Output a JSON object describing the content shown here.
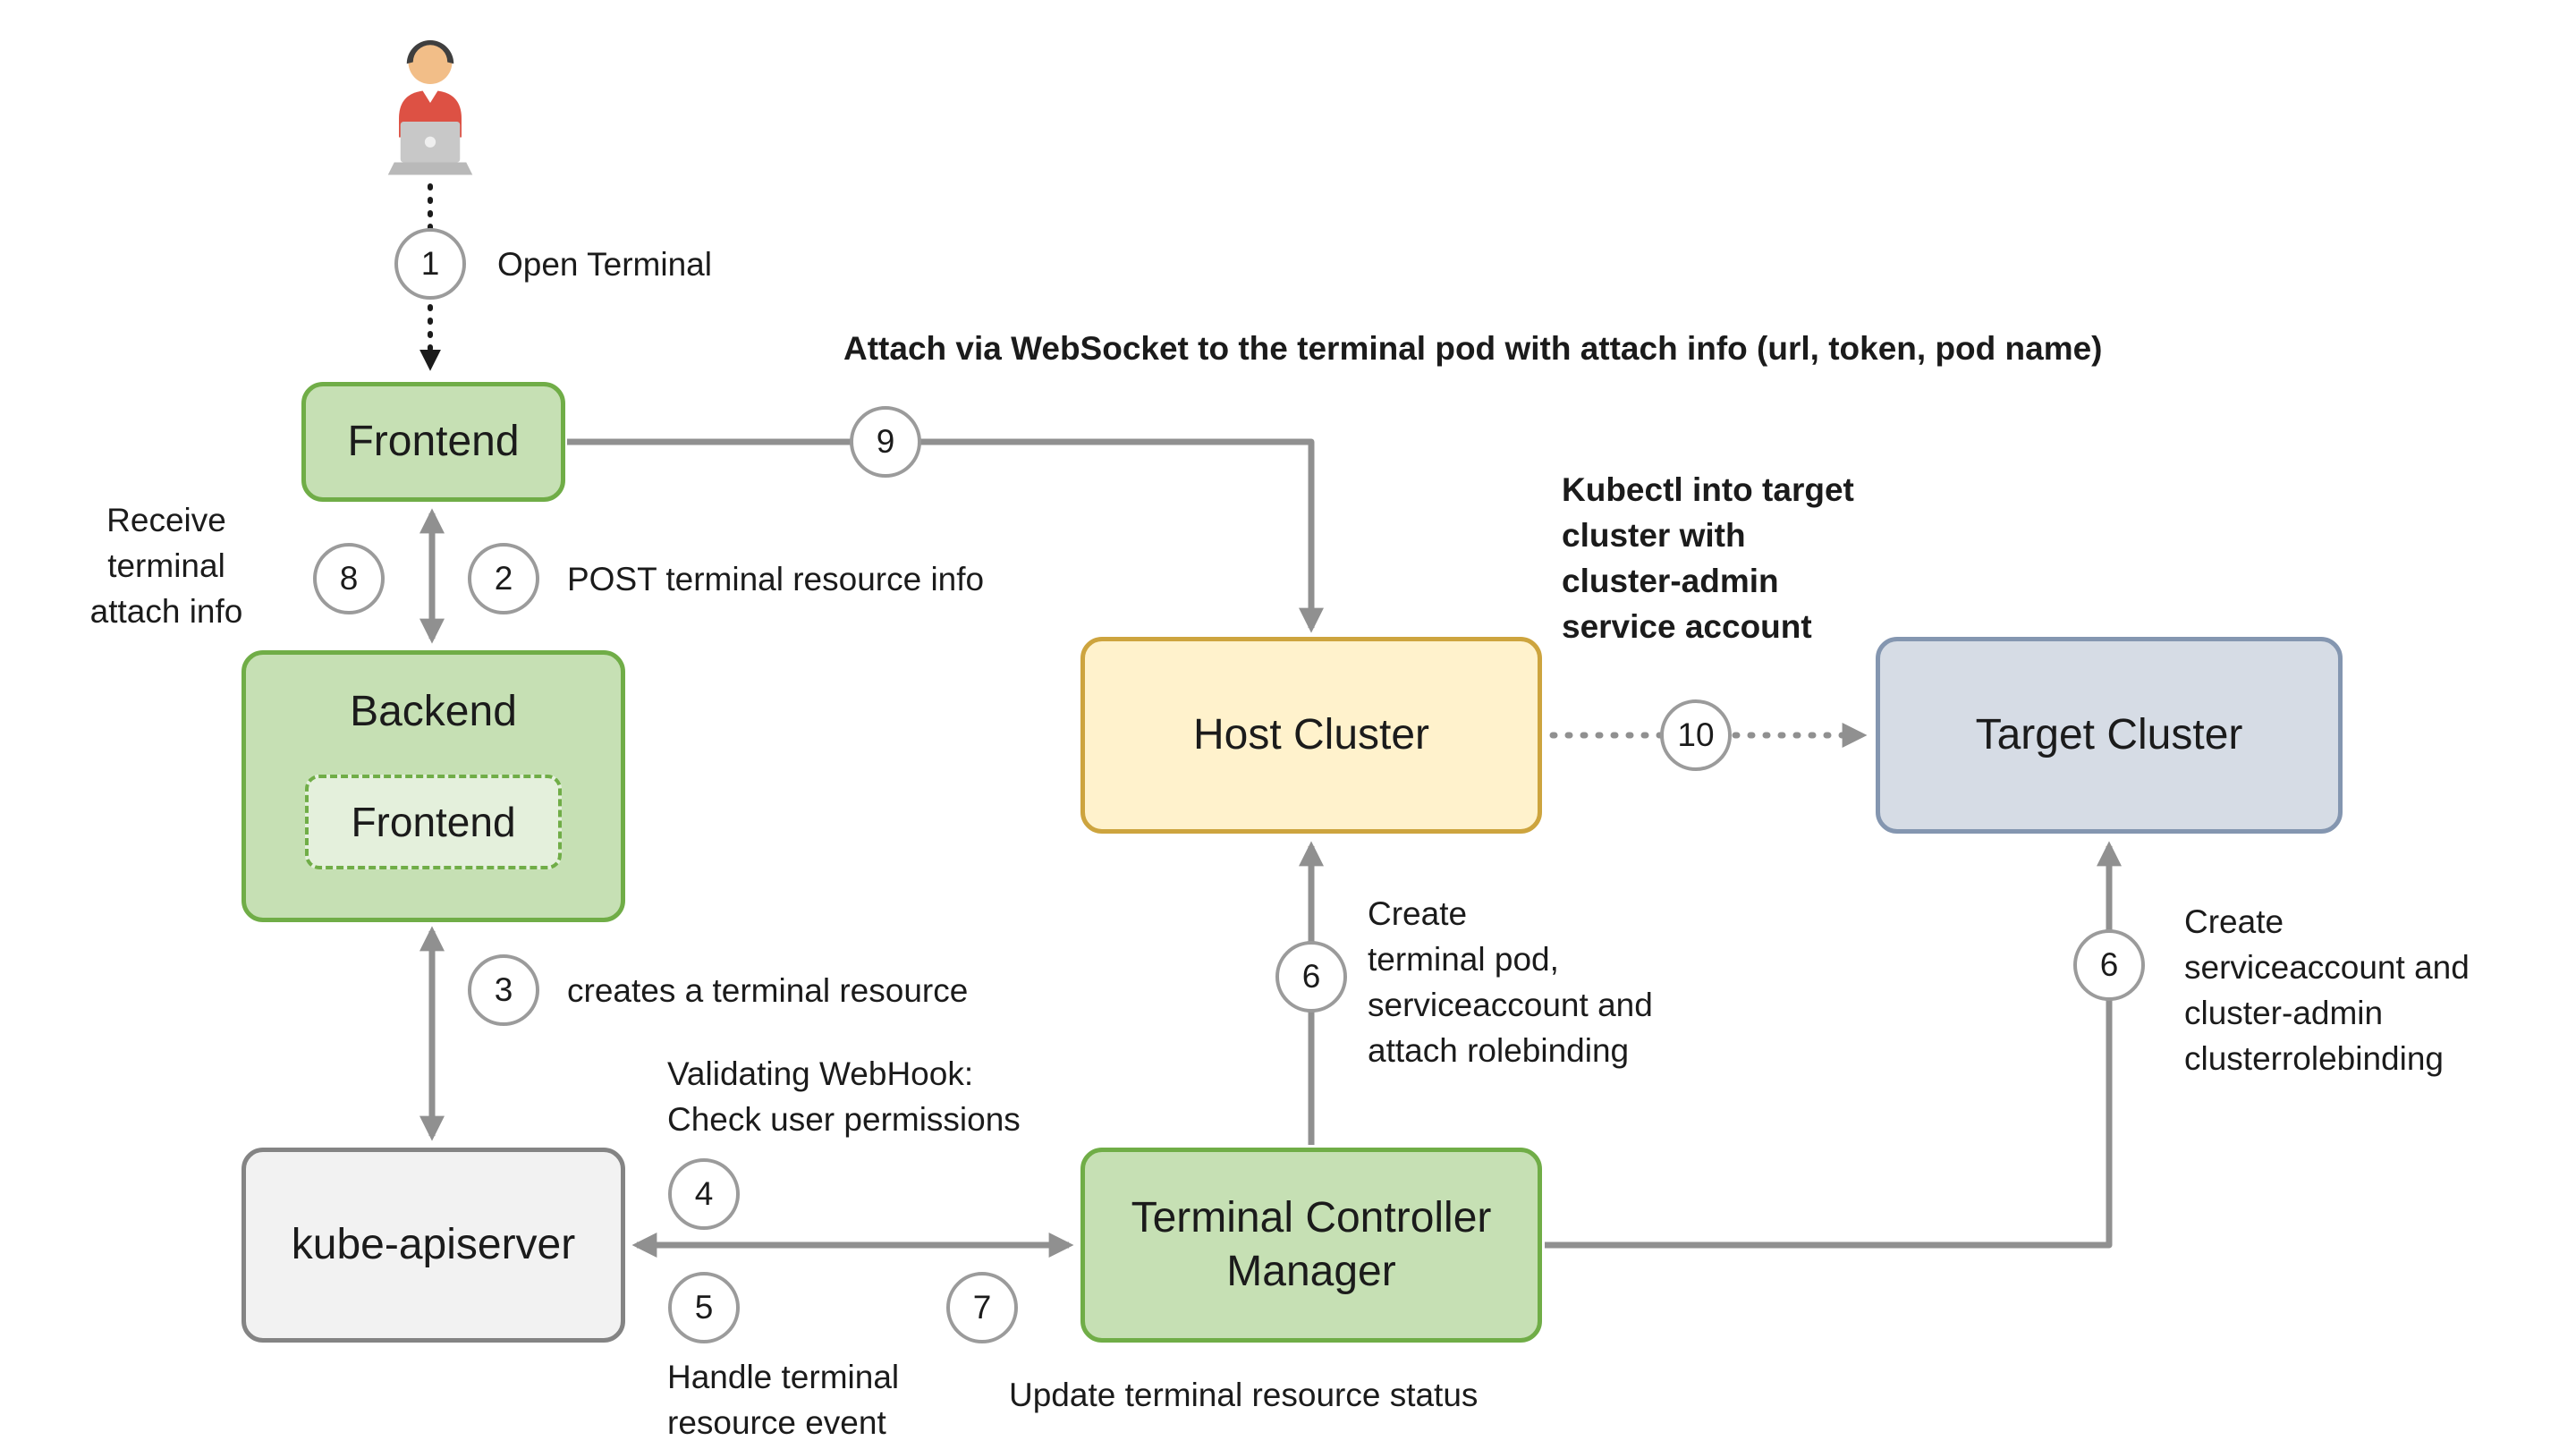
{
  "title": "Terminal architecture flow diagram",
  "colors": {
    "green-fill": "#C6E0B4",
    "green-border": "#70AD47",
    "green-inner-fill": "#E4F0DC",
    "yellow-fill": "#FFF2CC",
    "yellow-border": "#CDA43E",
    "bluegray-fill": "#D6DCE5",
    "bluegray-border": "#8496B0",
    "gray-fill": "#F2F2F2",
    "gray-border": "#848484",
    "arrow-color": "#909090",
    "user-arrow-color": "#1b1b1b",
    "circle-border": "#9B9B9B",
    "text-color": "#1b1b1b"
  },
  "nodes": {
    "frontend": {
      "label": "Frontend"
    },
    "backend": {
      "label": "Backend",
      "inner_label": "Frontend"
    },
    "kube_apiserver": {
      "label": "kube-apiserver"
    },
    "host_cluster": {
      "label": "Host Cluster"
    },
    "target_cluster": {
      "label": "Target Cluster"
    },
    "terminal_controller_manager": {
      "label": "Terminal Controller\nManager"
    }
  },
  "steps": {
    "s1": {
      "num": "1",
      "label": "Open Terminal"
    },
    "s2": {
      "num": "2",
      "label": "POST terminal resource info"
    },
    "s3": {
      "num": "3",
      "label": "creates a terminal resource"
    },
    "s4": {
      "num": "4",
      "label": "Validating WebHook:\nCheck user permissions"
    },
    "s5": {
      "num": "5",
      "label": "Handle terminal\nresource event"
    },
    "s6_host": {
      "num": "6",
      "label": "Create\nterminal pod,\nserviceaccount and\nattach rolebinding"
    },
    "s6_target": {
      "num": "6",
      "label": "Create\nserviceaccount and\ncluster-admin\nclusterrolebinding"
    },
    "s7": {
      "num": "7",
      "label": "Update terminal resource status"
    },
    "s8": {
      "num": "8",
      "label": "Receive\nterminal\nattach info"
    },
    "s9": {
      "num": "9",
      "label": "Attach via WebSocket to the terminal pod with attach info (url, token, pod name)"
    },
    "s10": {
      "num": "10",
      "label": "Kubectl into target\ncluster with\ncluster-admin\nservice account"
    }
  }
}
